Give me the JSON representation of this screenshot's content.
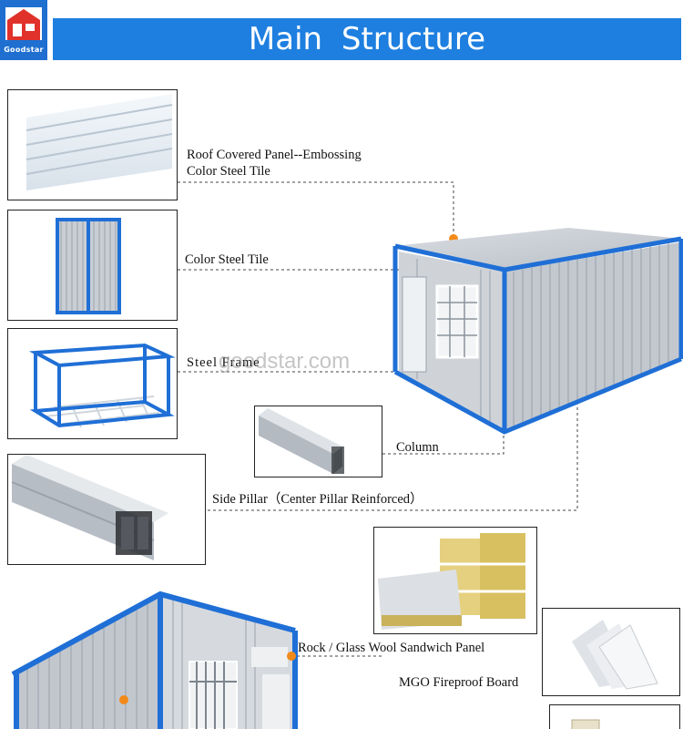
{
  "header": {
    "logo_text": "Goodstar",
    "title": "Main  Structure"
  },
  "watermark": "goodstar.com",
  "callouts": [
    {
      "id": "roof",
      "label_line1": "Roof Covered  Panel--Embossing",
      "label_line2": "Color Steel Tile"
    },
    {
      "id": "wall",
      "label": "Color Steel Tile"
    },
    {
      "id": "frame",
      "label": "Steel Frame"
    },
    {
      "id": "column",
      "label": "Column"
    },
    {
      "id": "side-pillar",
      "label": "Side Pillar（Center Pillar Reinforced）"
    },
    {
      "id": "sandwich",
      "label": "Rock / Glass Wool Sandwich Panel"
    },
    {
      "id": "mgo",
      "label": "MGO Fireproof Board"
    }
  ],
  "colors": {
    "brand_blue": "#1e7fe0",
    "frame_blue": "#1f6fd6",
    "dot_orange": "#f28a1a",
    "panel_gray": "#c8cdd3"
  }
}
